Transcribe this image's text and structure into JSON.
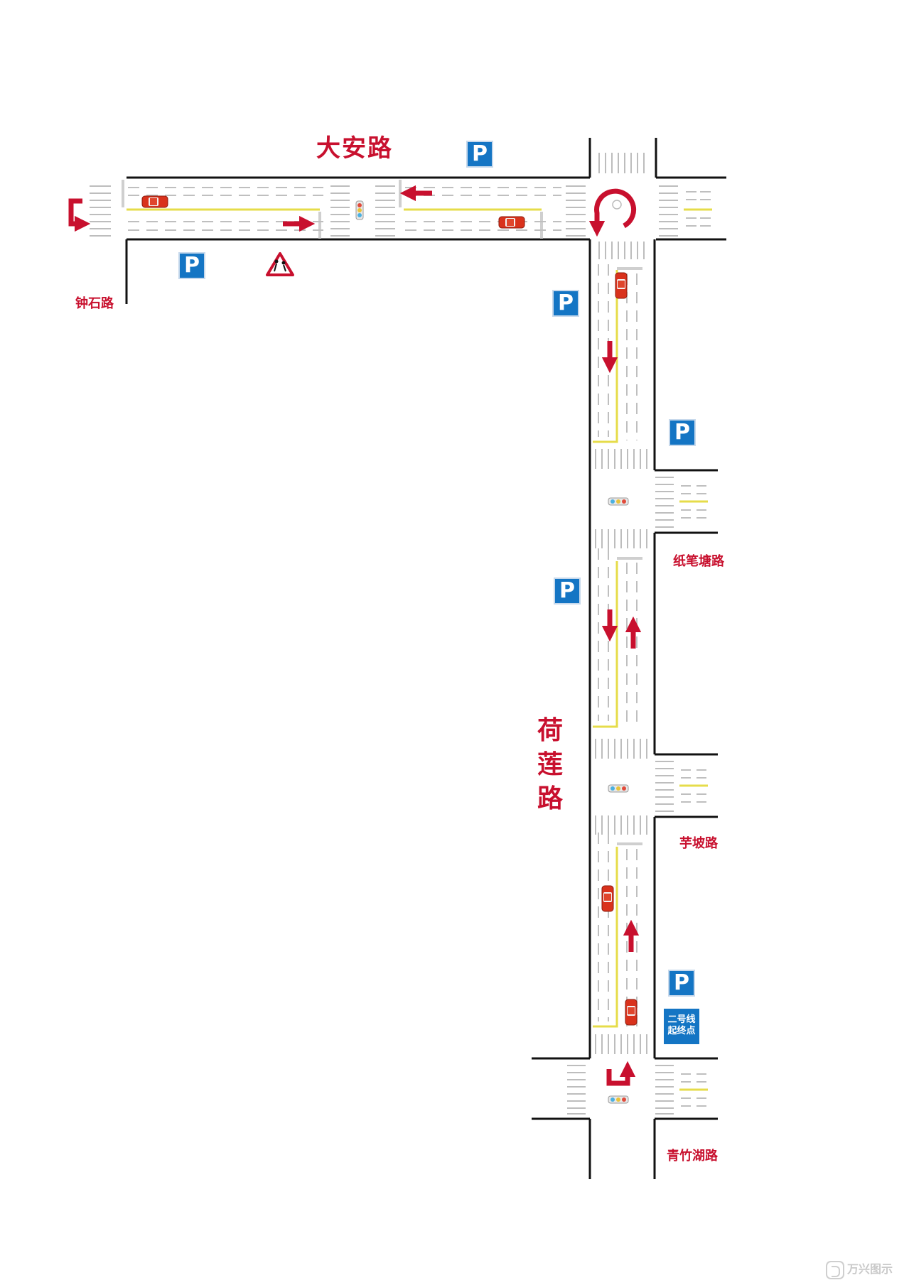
{
  "roads": {
    "top": "大安路",
    "west": "钟石路",
    "main": "荷莲路",
    "cross1": "纸笔塘路",
    "cross2": "芋坡路",
    "cross3": "青竹湖路"
  },
  "parking": {
    "symbol": "P"
  },
  "bus_stop": {
    "line1": "二号线",
    "line2": "起终点"
  },
  "watermark": "万兴图示",
  "colors": {
    "label": "#c8102e",
    "arrow": "#c8102e",
    "parking_sign": "#1475c4",
    "center_line": "#e6dc4a",
    "road_edge": "#111111",
    "car": "#d9321c"
  },
  "icons": [
    "parking-sign-icon",
    "school-crossing-warning-icon",
    "traffic-light-icon",
    "car-icon",
    "direction-arrow-icon",
    "u-turn-arrow-icon"
  ]
}
